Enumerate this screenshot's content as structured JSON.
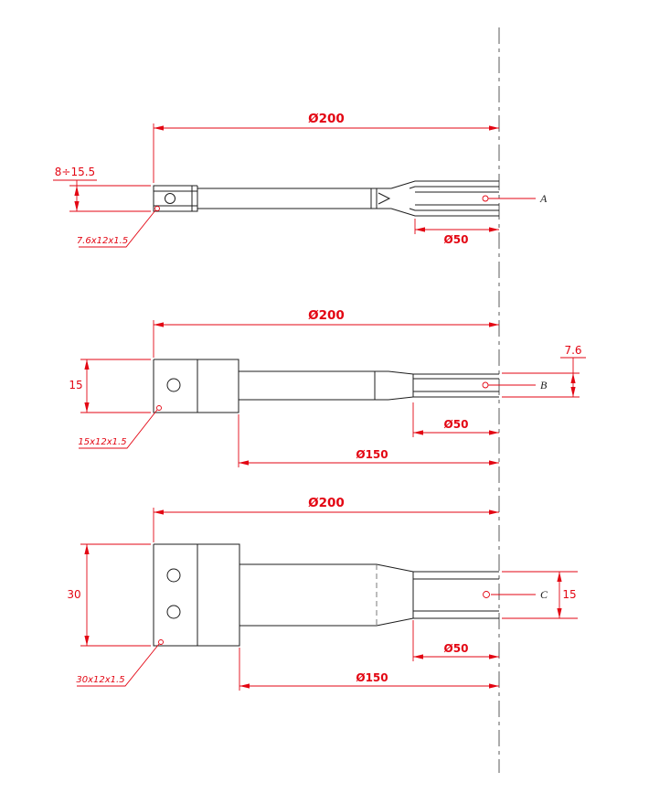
{
  "page": {
    "background": "#ffffff"
  },
  "drawing": {
    "colors": {
      "outline": "#1c1c1c",
      "dimension_red": "#e30613",
      "centerline_gray": "#5a5a5a",
      "section_letter": "#1c1c1c"
    },
    "views": {
      "top": {
        "dia_overall": "Ø200",
        "height_range": "8÷15.5",
        "slot_label": "7.6x12x1.5",
        "dia_tip": "Ø50",
        "section_label": "A"
      },
      "middle": {
        "dia_overall": "Ø200",
        "tip_height": "7.6",
        "head_height": "15",
        "slot_label": "15x12x1.5",
        "dia_tip": "Ø50",
        "dia_shaft": "Ø150",
        "section_label": "B"
      },
      "bottom": {
        "dia_overall": "Ø200",
        "head_height": "30",
        "tip_height": "15",
        "slot_label": "30x12x1.5",
        "dia_tip": "Ø50",
        "dia_shaft": "Ø150",
        "section_label": "C"
      }
    }
  }
}
